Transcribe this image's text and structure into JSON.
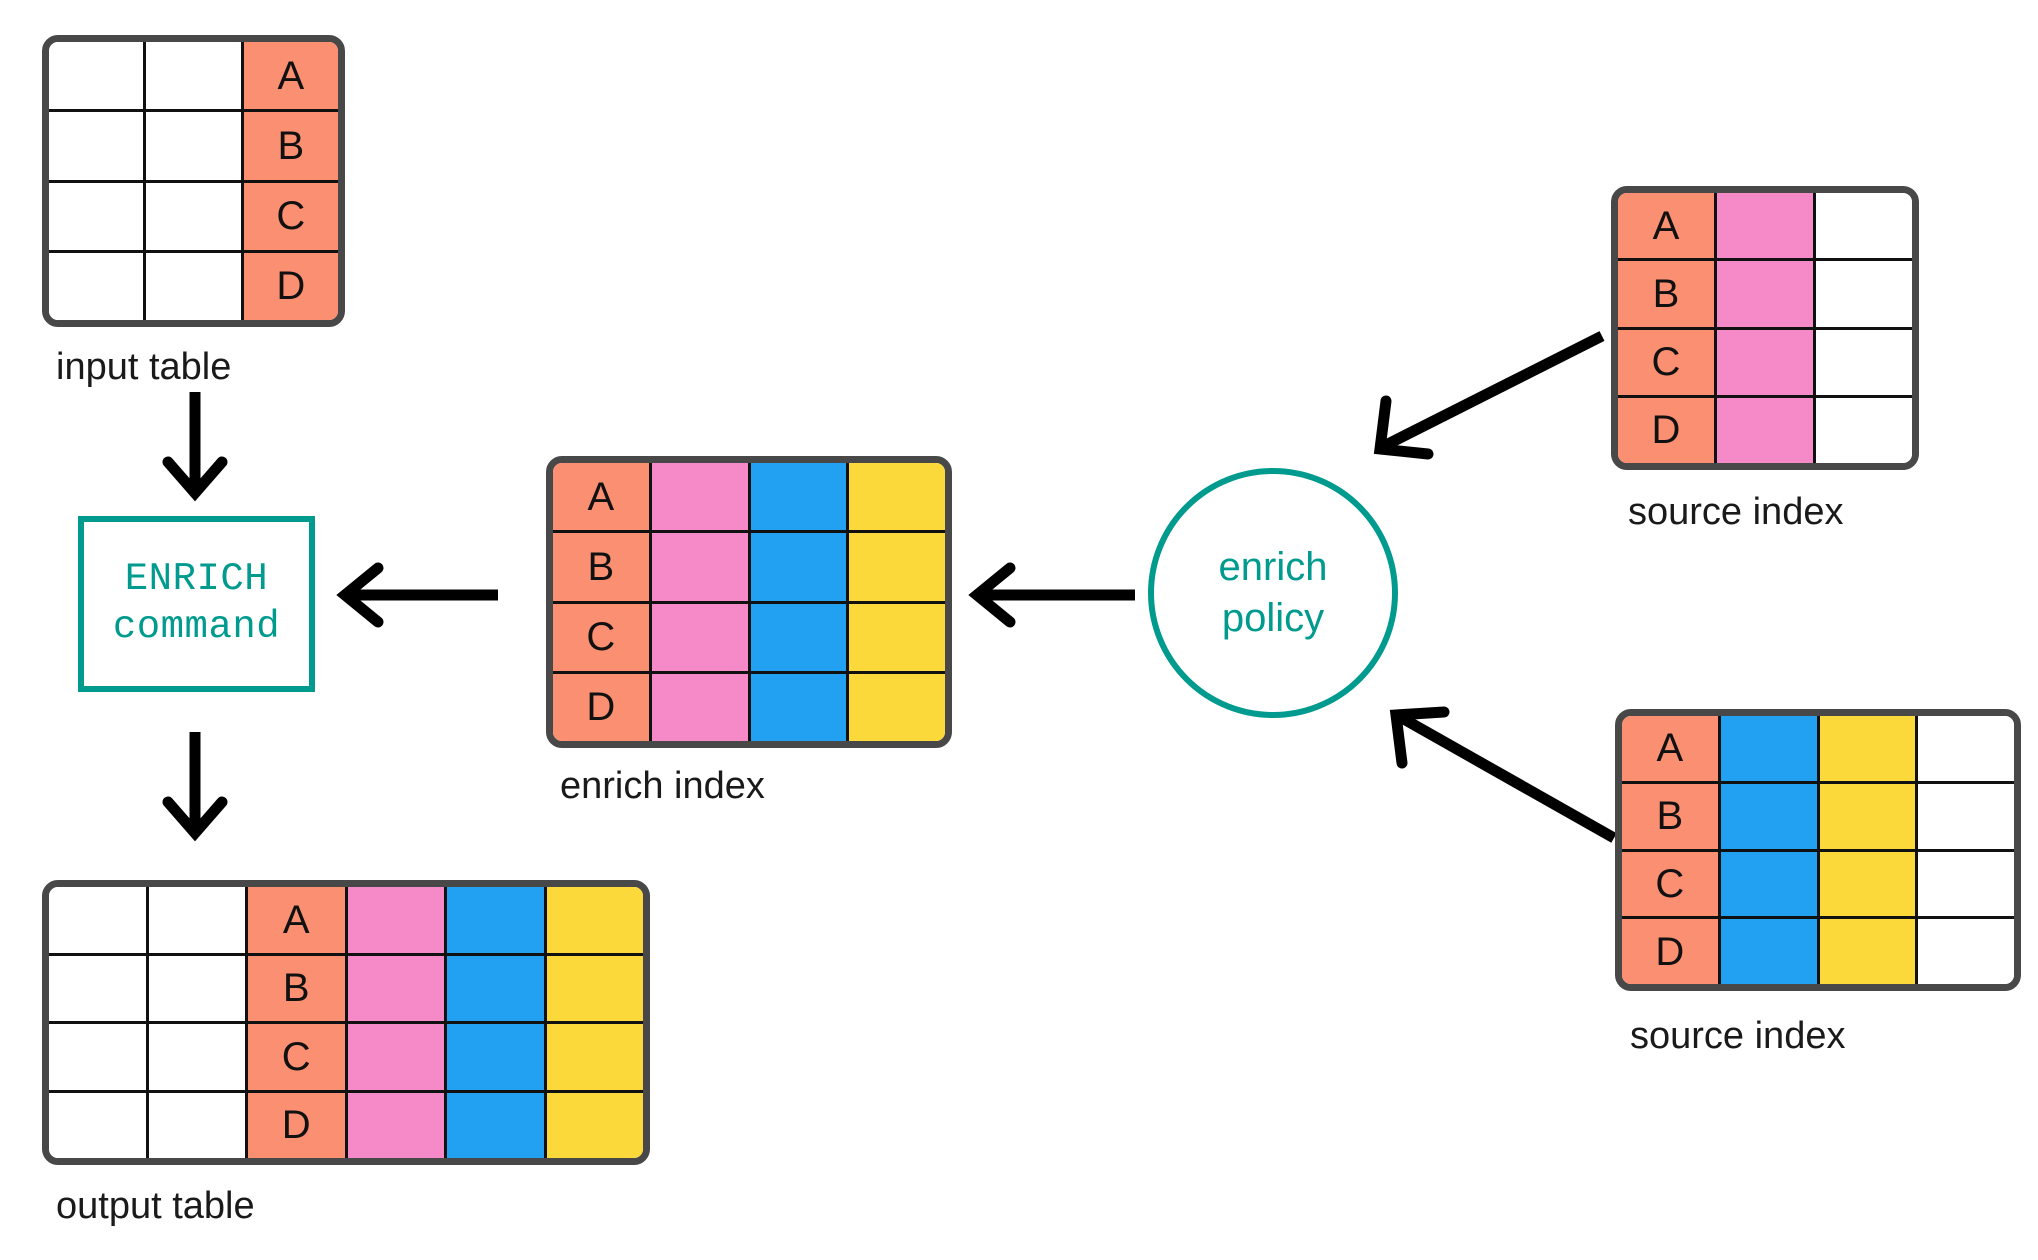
{
  "palette": {
    "salmon": "#FB8F72",
    "pink": "#F68AC8",
    "blue": "#22A0F2",
    "yellow": "#FCD93B",
    "white": "#FFFFFF",
    "teal": "#009B8E",
    "border_dark": "#484848",
    "grid_line": "#111111",
    "arrow": "#000000"
  },
  "keys": [
    "A",
    "B",
    "C",
    "D"
  ],
  "input_table": {
    "caption": "input table",
    "columns": 3,
    "rows": [
      [
        {
          "text": "",
          "color": "white"
        },
        {
          "text": "",
          "color": "white"
        },
        {
          "text": "A",
          "color": "salmon"
        }
      ],
      [
        {
          "text": "",
          "color": "white"
        },
        {
          "text": "",
          "color": "white"
        },
        {
          "text": "B",
          "color": "salmon"
        }
      ],
      [
        {
          "text": "",
          "color": "white"
        },
        {
          "text": "",
          "color": "white"
        },
        {
          "text": "C",
          "color": "salmon"
        }
      ],
      [
        {
          "text": "",
          "color": "white"
        },
        {
          "text": "",
          "color": "white"
        },
        {
          "text": "D",
          "color": "salmon"
        }
      ]
    ]
  },
  "enrich_command": {
    "line1": "ENRICH",
    "line2": "command"
  },
  "output_table": {
    "caption": "output table",
    "columns": 6,
    "rows": [
      [
        {
          "text": "",
          "color": "white"
        },
        {
          "text": "",
          "color": "white"
        },
        {
          "text": "A",
          "color": "salmon"
        },
        {
          "text": "",
          "color": "pink"
        },
        {
          "text": "",
          "color": "blue"
        },
        {
          "text": "",
          "color": "yellow"
        }
      ],
      [
        {
          "text": "",
          "color": "white"
        },
        {
          "text": "",
          "color": "white"
        },
        {
          "text": "B",
          "color": "salmon"
        },
        {
          "text": "",
          "color": "pink"
        },
        {
          "text": "",
          "color": "blue"
        },
        {
          "text": "",
          "color": "yellow"
        }
      ],
      [
        {
          "text": "",
          "color": "white"
        },
        {
          "text": "",
          "color": "white"
        },
        {
          "text": "C",
          "color": "salmon"
        },
        {
          "text": "",
          "color": "pink"
        },
        {
          "text": "",
          "color": "blue"
        },
        {
          "text": "",
          "color": "yellow"
        }
      ],
      [
        {
          "text": "",
          "color": "white"
        },
        {
          "text": "",
          "color": "white"
        },
        {
          "text": "D",
          "color": "salmon"
        },
        {
          "text": "",
          "color": "pink"
        },
        {
          "text": "",
          "color": "blue"
        },
        {
          "text": "",
          "color": "yellow"
        }
      ]
    ]
  },
  "enrich_index": {
    "caption": "enrich index",
    "columns": 4,
    "rows": [
      [
        {
          "text": "A",
          "color": "salmon"
        },
        {
          "text": "",
          "color": "pink"
        },
        {
          "text": "",
          "color": "blue"
        },
        {
          "text": "",
          "color": "yellow"
        }
      ],
      [
        {
          "text": "B",
          "color": "salmon"
        },
        {
          "text": "",
          "color": "pink"
        },
        {
          "text": "",
          "color": "blue"
        },
        {
          "text": "",
          "color": "yellow"
        }
      ],
      [
        {
          "text": "C",
          "color": "salmon"
        },
        {
          "text": "",
          "color": "pink"
        },
        {
          "text": "",
          "color": "blue"
        },
        {
          "text": "",
          "color": "yellow"
        }
      ],
      [
        {
          "text": "D",
          "color": "salmon"
        },
        {
          "text": "",
          "color": "pink"
        },
        {
          "text": "",
          "color": "blue"
        },
        {
          "text": "",
          "color": "yellow"
        }
      ]
    ]
  },
  "enrich_policy": {
    "line1": "enrich",
    "line2": "policy"
  },
  "source_index_top": {
    "caption": "source index",
    "columns": 3,
    "rows": [
      [
        {
          "text": "A",
          "color": "salmon"
        },
        {
          "text": "",
          "color": "pink"
        },
        {
          "text": "",
          "color": "white"
        }
      ],
      [
        {
          "text": "B",
          "color": "salmon"
        },
        {
          "text": "",
          "color": "pink"
        },
        {
          "text": "",
          "color": "white"
        }
      ],
      [
        {
          "text": "C",
          "color": "salmon"
        },
        {
          "text": "",
          "color": "pink"
        },
        {
          "text": "",
          "color": "white"
        }
      ],
      [
        {
          "text": "D",
          "color": "salmon"
        },
        {
          "text": "",
          "color": "pink"
        },
        {
          "text": "",
          "color": "white"
        }
      ]
    ]
  },
  "source_index_bottom": {
    "caption": "source index",
    "columns": 4,
    "rows": [
      [
        {
          "text": "A",
          "color": "salmon"
        },
        {
          "text": "",
          "color": "blue"
        },
        {
          "text": "",
          "color": "yellow"
        },
        {
          "text": "",
          "color": "white"
        }
      ],
      [
        {
          "text": "B",
          "color": "salmon"
        },
        {
          "text": "",
          "color": "blue"
        },
        {
          "text": "",
          "color": "yellow"
        },
        {
          "text": "",
          "color": "white"
        }
      ],
      [
        {
          "text": "C",
          "color": "salmon"
        },
        {
          "text": "",
          "color": "blue"
        },
        {
          "text": "",
          "color": "yellow"
        },
        {
          "text": "",
          "color": "white"
        }
      ],
      [
        {
          "text": "D",
          "color": "salmon"
        },
        {
          "text": "",
          "color": "blue"
        },
        {
          "text": "",
          "color": "yellow"
        },
        {
          "text": "",
          "color": "white"
        }
      ]
    ]
  },
  "arrows": [
    {
      "name": "arrow-input-to-command",
      "direction": "down"
    },
    {
      "name": "arrow-command-to-output",
      "direction": "down"
    },
    {
      "name": "arrow-enrich-index-to-command",
      "direction": "left"
    },
    {
      "name": "arrow-policy-to-enrich-index",
      "direction": "left"
    },
    {
      "name": "arrow-source-top-to-policy",
      "direction": "down-left"
    },
    {
      "name": "arrow-source-bottom-to-policy",
      "direction": "up-left"
    }
  ]
}
